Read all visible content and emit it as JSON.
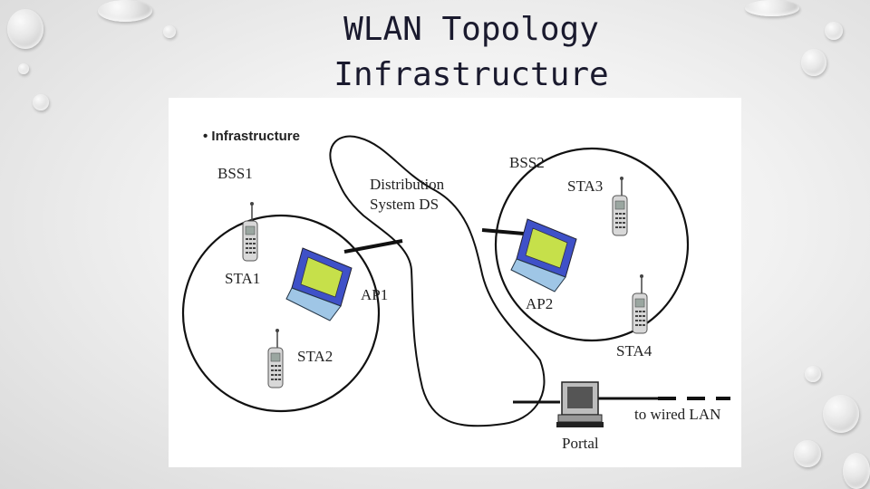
{
  "title": {
    "line1": "WLAN Topology",
    "line2": "Infrastructure"
  },
  "diagram": {
    "bullet": "• Infrastructure",
    "bss1": "BSS1",
    "bss2": "BSS2",
    "ds_line1": "Distribution",
    "ds_line2": "System DS",
    "sta1": "STA1",
    "sta2": "STA2",
    "sta3": "STA3",
    "sta4": "STA4",
    "ap1": "AP1",
    "ap2": "AP2",
    "portal": "Portal",
    "wired_lan": "to wired LAN"
  },
  "icons": [
    "phone-icon",
    "laptop-icon",
    "desktop-computer-icon"
  ]
}
